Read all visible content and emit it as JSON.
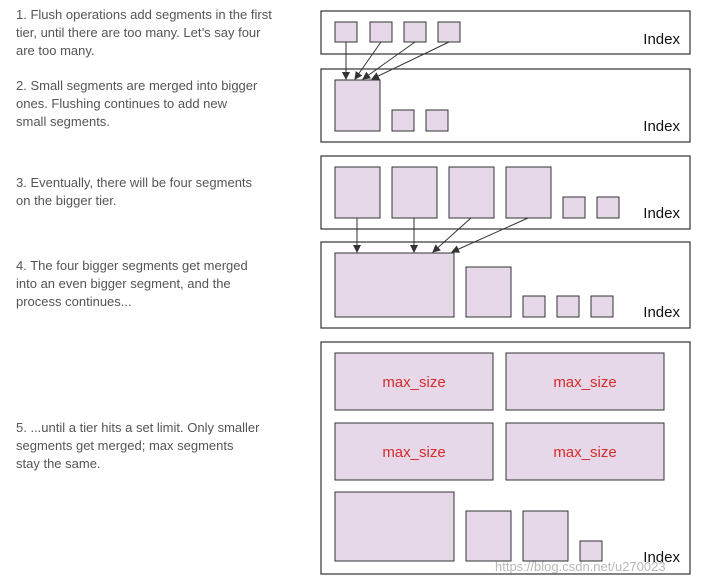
{
  "steps": [
    "1. Flush operations add segments in the first\ntier, until there are too many. Let’s say four\nare too many.",
    "2. Small segments are merged into bigger\nones. Flushing continues to add new\nsmall segments.",
    "3. Eventually, there will be four segments\non the bigger tier.",
    "4. The four bigger segments get merged\n    into an even bigger segment, and the\n    process continues...",
    "5. ...until a tier hits a set limit. Only smaller\nsegments get merged; max segments\nstay the same."
  ],
  "index_label": "Index",
  "max_size_label": "max_size",
  "watermark": "https://blog.csdn.net/u270023",
  "colors": {
    "segment_fill": "#e6d8e9",
    "max_size_text": "#d62b2b",
    "step_text": "#555555"
  }
}
